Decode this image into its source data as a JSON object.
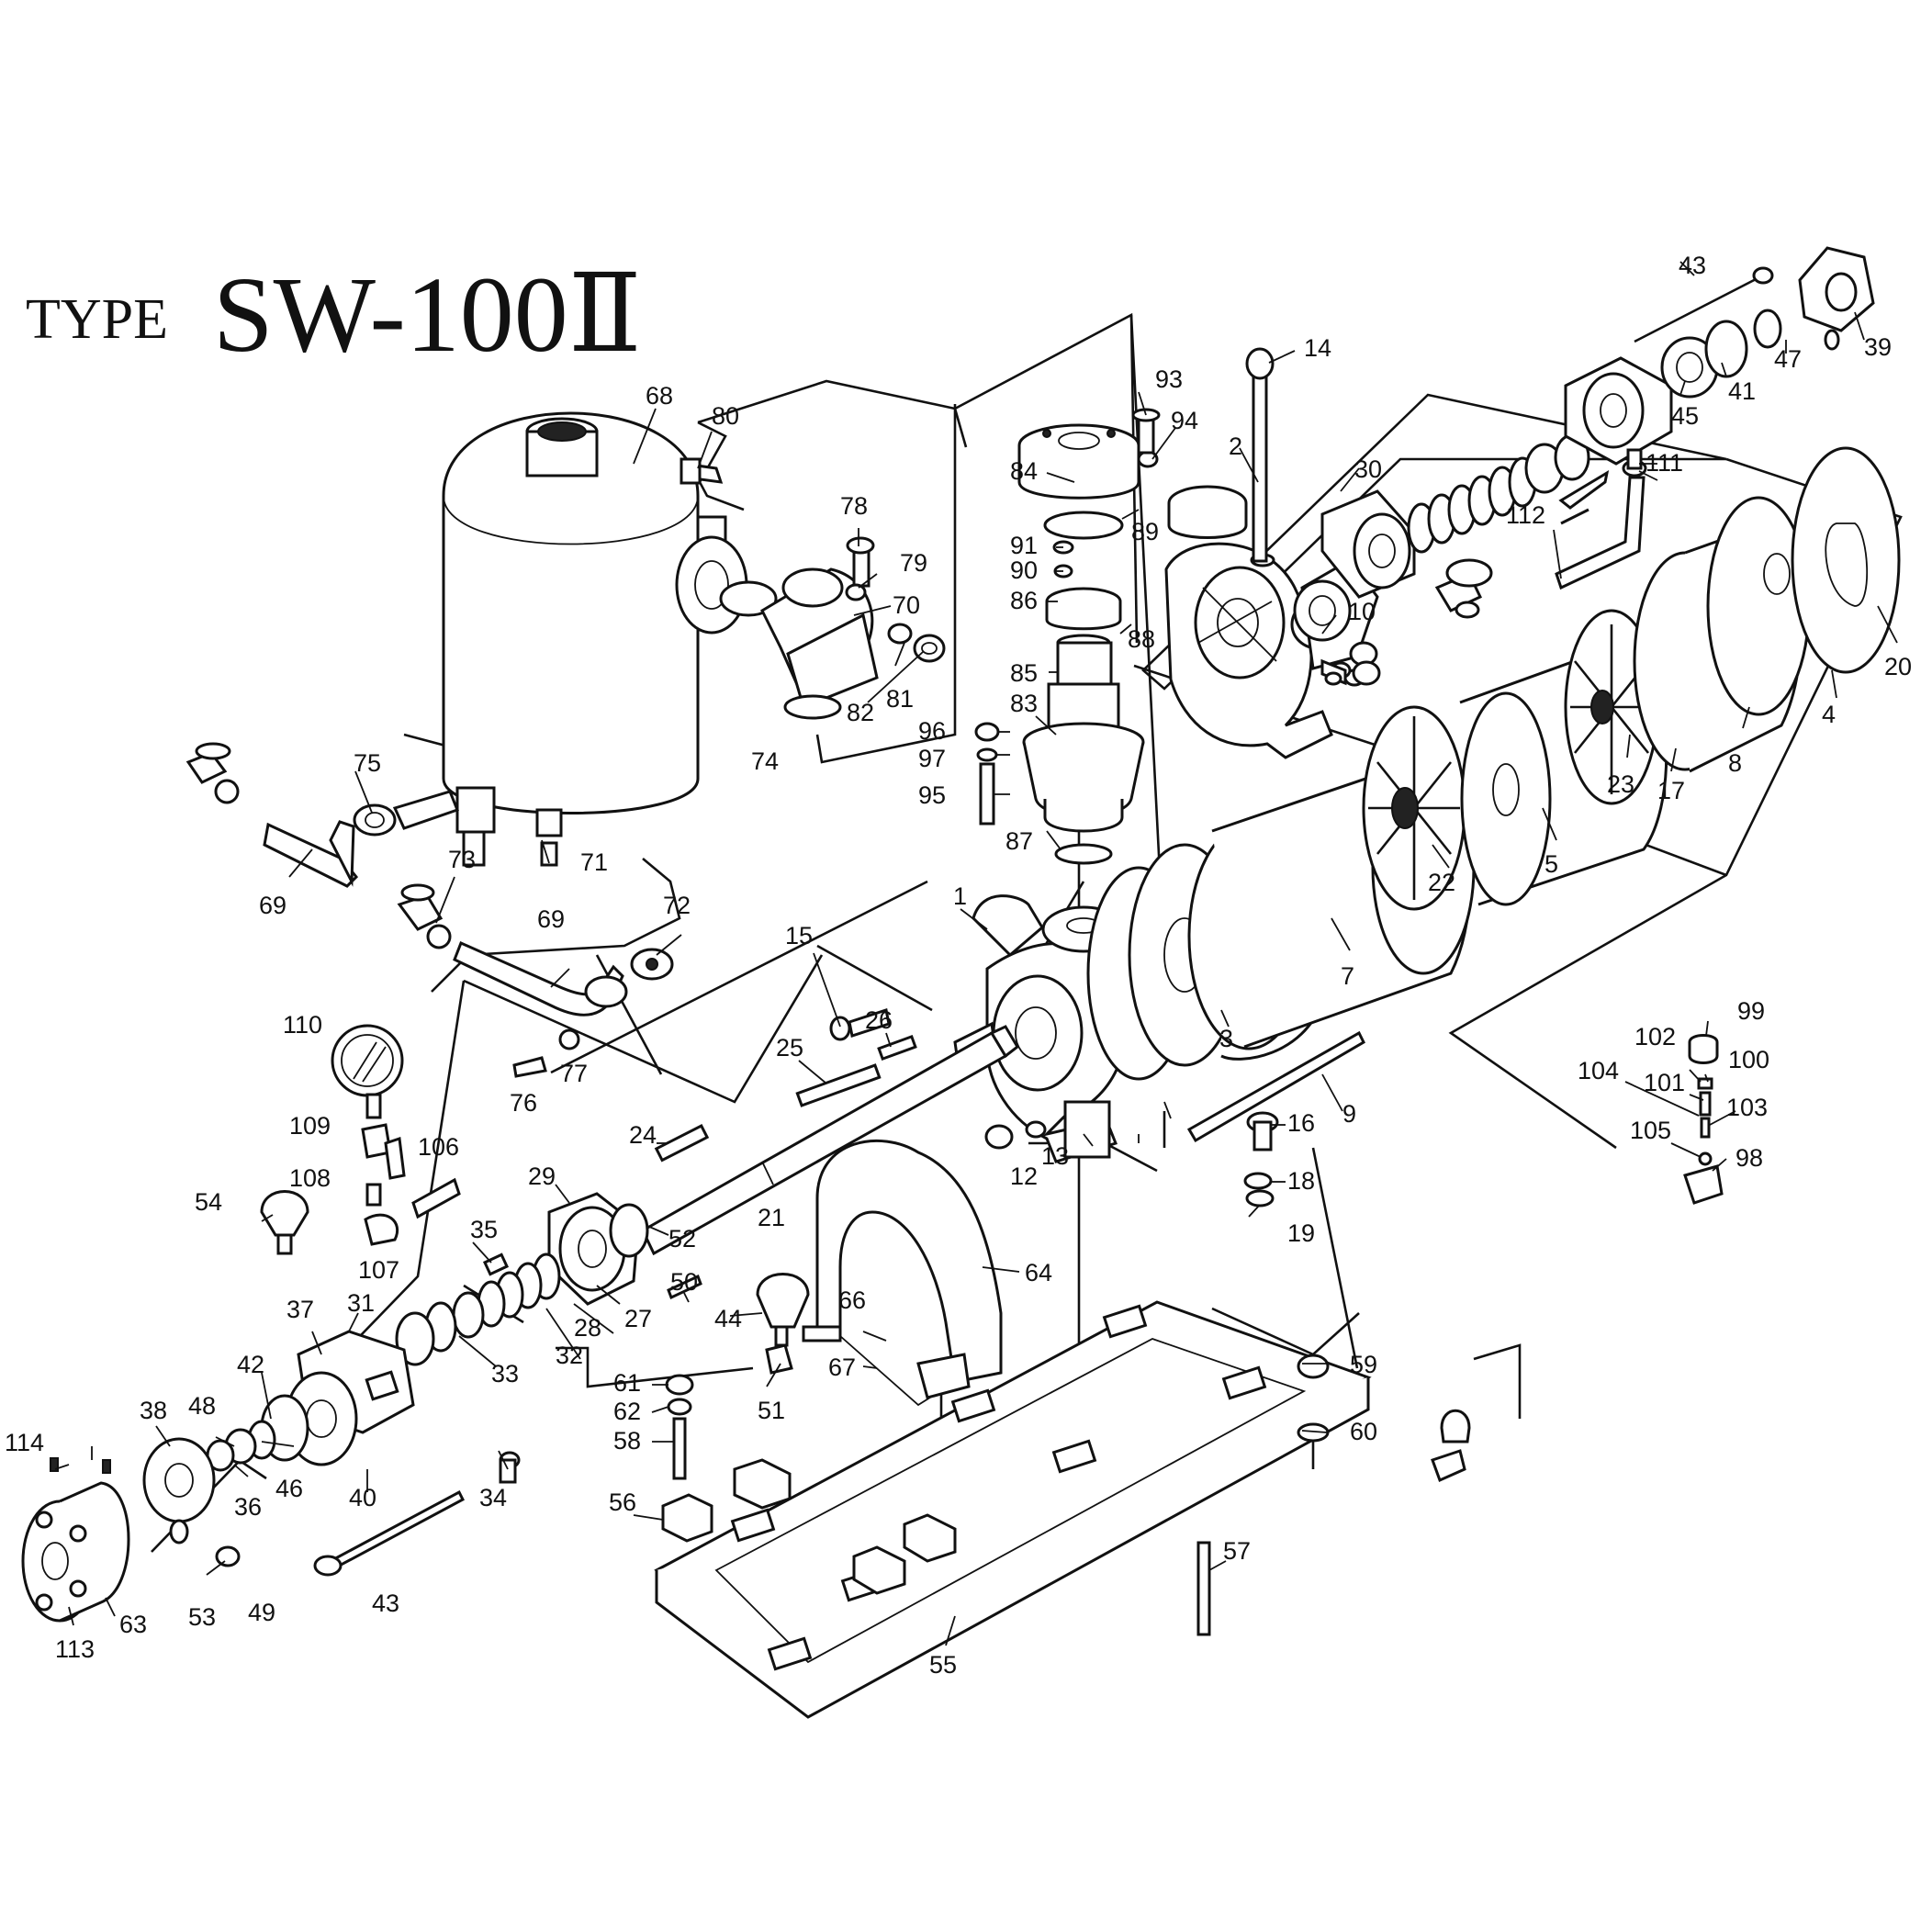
{
  "title": {
    "prefix": "TYPE",
    "model": "SW-100Ⅱ"
  },
  "callouts": [
    {
      "id": "c1",
      "text": "1"
    },
    {
      "id": "c2",
      "text": "2"
    },
    {
      "id": "c3",
      "text": "3"
    },
    {
      "id": "c4",
      "text": "4"
    },
    {
      "id": "c5",
      "text": "5"
    },
    {
      "id": "c7",
      "text": "7"
    },
    {
      "id": "c8",
      "text": "8"
    },
    {
      "id": "c9",
      "text": "9"
    },
    {
      "id": "c10",
      "text": "10"
    },
    {
      "id": "c12",
      "text": "12"
    },
    {
      "id": "c13",
      "text": "13"
    },
    {
      "id": "c14",
      "text": "14"
    },
    {
      "id": "c15",
      "text": "15"
    },
    {
      "id": "c16",
      "text": "16"
    },
    {
      "id": "c17",
      "text": "17"
    },
    {
      "id": "c18",
      "text": "18"
    },
    {
      "id": "c19",
      "text": "19"
    },
    {
      "id": "c20",
      "text": "20"
    },
    {
      "id": "c21",
      "text": "21"
    },
    {
      "id": "c22",
      "text": "22"
    },
    {
      "id": "c23",
      "text": "23"
    },
    {
      "id": "c24",
      "text": "24"
    },
    {
      "id": "c25",
      "text": "25"
    },
    {
      "id": "c26",
      "text": "26"
    },
    {
      "id": "c27",
      "text": "27"
    },
    {
      "id": "c28",
      "text": "28"
    },
    {
      "id": "c29",
      "text": "29"
    },
    {
      "id": "c30",
      "text": "30"
    },
    {
      "id": "c31",
      "text": "31"
    },
    {
      "id": "c32",
      "text": "32"
    },
    {
      "id": "c33",
      "text": "33"
    },
    {
      "id": "c34",
      "text": "34"
    },
    {
      "id": "c35",
      "text": "35"
    },
    {
      "id": "c36",
      "text": "36"
    },
    {
      "id": "c37",
      "text": "37"
    },
    {
      "id": "c38",
      "text": "38"
    },
    {
      "id": "c39",
      "text": "39"
    },
    {
      "id": "c40",
      "text": "40"
    },
    {
      "id": "c41",
      "text": "41"
    },
    {
      "id": "c42",
      "text": "42"
    },
    {
      "id": "c43a",
      "text": "43"
    },
    {
      "id": "c43b",
      "text": "43"
    },
    {
      "id": "c44",
      "text": "44"
    },
    {
      "id": "c45",
      "text": "45"
    },
    {
      "id": "c46",
      "text": "46"
    },
    {
      "id": "c47",
      "text": "47"
    },
    {
      "id": "c48",
      "text": "48"
    },
    {
      "id": "c49",
      "text": "49"
    },
    {
      "id": "c50",
      "text": "50"
    },
    {
      "id": "c51",
      "text": "51"
    },
    {
      "id": "c52",
      "text": "52"
    },
    {
      "id": "c53",
      "text": "53"
    },
    {
      "id": "c54",
      "text": "54"
    },
    {
      "id": "c55",
      "text": "55"
    },
    {
      "id": "c56",
      "text": "56"
    },
    {
      "id": "c57",
      "text": "57"
    },
    {
      "id": "c58",
      "text": "58"
    },
    {
      "id": "c59",
      "text": "59"
    },
    {
      "id": "c60",
      "text": "60"
    },
    {
      "id": "c61",
      "text": "61"
    },
    {
      "id": "c62",
      "text": "62"
    },
    {
      "id": "c63",
      "text": "63"
    },
    {
      "id": "c64",
      "text": "64"
    },
    {
      "id": "c66",
      "text": "66"
    },
    {
      "id": "c67",
      "text": "67"
    },
    {
      "id": "c68",
      "text": "68"
    },
    {
      "id": "c69a",
      "text": "69"
    },
    {
      "id": "c69b",
      "text": "69"
    },
    {
      "id": "c70",
      "text": "70"
    },
    {
      "id": "c71",
      "text": "71"
    },
    {
      "id": "c72",
      "text": "72"
    },
    {
      "id": "c73",
      "text": "73"
    },
    {
      "id": "c74",
      "text": "74"
    },
    {
      "id": "c75",
      "text": "75"
    },
    {
      "id": "c76",
      "text": "76"
    },
    {
      "id": "c77",
      "text": "77"
    },
    {
      "id": "c78",
      "text": "78"
    },
    {
      "id": "c79",
      "text": "79"
    },
    {
      "id": "c80",
      "text": "80"
    },
    {
      "id": "c81",
      "text": "81"
    },
    {
      "id": "c82",
      "text": "82"
    },
    {
      "id": "c83",
      "text": "83"
    },
    {
      "id": "c84",
      "text": "84"
    },
    {
      "id": "c85",
      "text": "85"
    },
    {
      "id": "c86",
      "text": "86"
    },
    {
      "id": "c87",
      "text": "87"
    },
    {
      "id": "c88",
      "text": "88"
    },
    {
      "id": "c89",
      "text": "89"
    },
    {
      "id": "c90",
      "text": "90"
    },
    {
      "id": "c91",
      "text": "91"
    },
    {
      "id": "c93",
      "text": "93"
    },
    {
      "id": "c94",
      "text": "94"
    },
    {
      "id": "c95",
      "text": "95"
    },
    {
      "id": "c96",
      "text": "96"
    },
    {
      "id": "c97",
      "text": "97"
    },
    {
      "id": "c98",
      "text": "98"
    },
    {
      "id": "c99",
      "text": "99"
    },
    {
      "id": "c100",
      "text": "100"
    },
    {
      "id": "c101",
      "text": "101"
    },
    {
      "id": "c102",
      "text": "102"
    },
    {
      "id": "c103",
      "text": "103"
    },
    {
      "id": "c104",
      "text": "104"
    },
    {
      "id": "c105",
      "text": "105"
    },
    {
      "id": "c106",
      "text": "106"
    },
    {
      "id": "c107",
      "text": "107"
    },
    {
      "id": "c108",
      "text": "108"
    },
    {
      "id": "c109",
      "text": "109"
    },
    {
      "id": "c110",
      "text": "110"
    },
    {
      "id": "c111",
      "text": "111"
    },
    {
      "id": "c112",
      "text": "112"
    },
    {
      "id": "c113",
      "text": "113"
    },
    {
      "id": "c114",
      "text": "114"
    }
  ]
}
